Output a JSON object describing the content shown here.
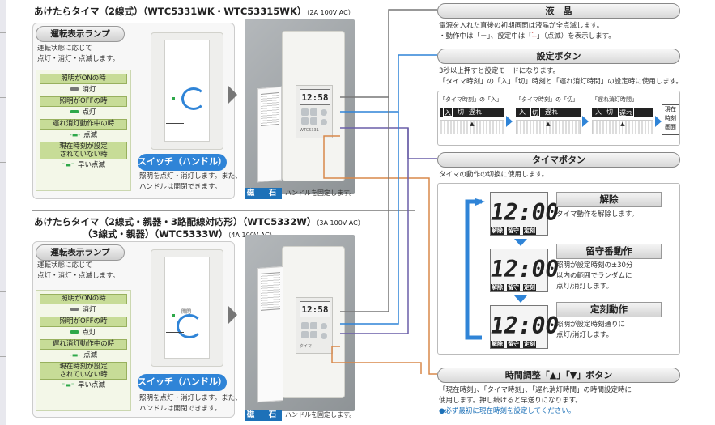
{
  "top": {
    "title": "あけたらタイマ（2線式）（WTC5331WK・WTC53315WK）",
    "spec": "（2A 100V AC）"
  },
  "bottom": {
    "title_line1": "あけたらタイマ（2線式・親器・3路配線対応形）（WTC5332W）",
    "spec1": "（3A 100V AC）",
    "title_line2": "（3線式・親器）（WTC5333W）",
    "spec2": "（4A 100V AC）"
  },
  "lamp": {
    "label": "運転表示ランプ",
    "desc_top": [
      "運転状態に応じて",
      "点灯・消灯・点滅します。"
    ],
    "desc_bottom": [
      "運転状態に応じて",
      "点灯・消灯・点滅します。"
    ],
    "rows": [
      {
        "header": "照明がONの時",
        "state": "消灯"
      },
      {
        "header": "照明がOFFの時",
        "state": "点灯"
      },
      {
        "header": "遅れ消灯動作中の時",
        "state": "点滅"
      },
      {
        "header_l1": "現在時刻が設定",
        "header_l2": "されていない時",
        "state": "早い点滅"
      }
    ],
    "colors": {
      "off": "#777777",
      "on": "#2ea84a"
    }
  },
  "switch": {
    "label": "スイッチ（ハンドル）",
    "desc": [
      "照明を点灯・消灯します。また、",
      "ハンドルは開閉できます。"
    ],
    "desc_bottom": [
      "照明を点灯・消灯します。また、",
      "ハンドルは開閉できます。"
    ]
  },
  "magnet": {
    "label": "磁　石",
    "desc": "ハンドルを固定します。"
  },
  "device": {
    "lcd_time": "12:58",
    "plate_text": "開閉",
    "plate_sub": "タイマ",
    "model": "WTC5331"
  },
  "lcd_section": {
    "title": "液　晶",
    "desc1": "電源を入れた直後の初期画面は液晶が全点滅します。",
    "desc2_a": "・動作中は「－」、設定中は「",
    "desc2_sym": "-̇-",
    "desc2_b": "」（点滅）を表示します。"
  },
  "settings": {
    "title": "設定ボタン",
    "desc1": "3秒以上押すと設定モードになります。",
    "desc2": "「タイマ時刻」の「入」「切」時刻と「遅れ消灯時間」の設定時に使用します。",
    "steps": [
      {
        "label": "「タイマ時刻」の「入」",
        "tags": [
          "入",
          "切",
          "遅れ"
        ]
      },
      {
        "label": "「タイマ時刻」の「切」",
        "tags": [
          "入",
          "切",
          "遅れ"
        ]
      },
      {
        "label": "「遅れ消灯時間」",
        "tags": [
          "入",
          "切",
          "遅れ"
        ]
      }
    ],
    "final": [
      "現在",
      "時刻",
      "画面"
    ]
  },
  "timer": {
    "title": "タイマボタン",
    "desc": "タイマの動作の切換に使用します。",
    "lcd": "12:00",
    "tags": [
      "解除",
      "留守",
      "定刻"
    ],
    "modes": [
      {
        "title": "解除",
        "desc": [
          "タイマ動作を解除します。"
        ]
      },
      {
        "title": "留守番動作",
        "desc": [
          "照明が設定時刻の±30分",
          "以内の範囲でランダムに",
          "点灯/消灯します。"
        ]
      },
      {
        "title": "定刻動作",
        "desc": [
          "照明が設定時刻通りに",
          "点灯/消灯します。"
        ]
      }
    ]
  },
  "time_adjust": {
    "title": "時間調整「▲」「▼」ボタン",
    "desc1": "「現在時刻」、「タイマ時刻」、「遅れ消灯時間」の時間設定時に",
    "desc2": "使用します。押し続けると早送りになります。",
    "note": "●必ず最初に現在時刻を設定してください。"
  }
}
